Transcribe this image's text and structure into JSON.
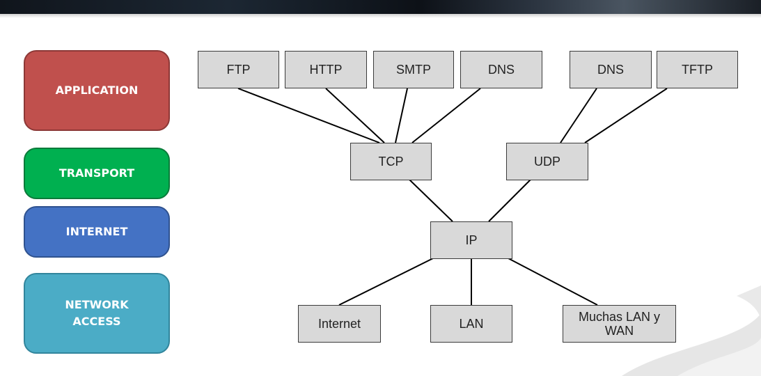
{
  "layers": {
    "application": "APPLICATION",
    "transport": "TRANSPORT",
    "internet": "INTERNET",
    "network_access": "NETWORK\nACCESS"
  },
  "diagram": {
    "application_protocols": {
      "ftp": "FTP",
      "http": "HTTP",
      "smtp": "SMTP",
      "dns_tcp": "DNS",
      "dns_udp": "DNS",
      "tftp": "TFTP"
    },
    "transport_protocols": {
      "tcp": "TCP",
      "udp": "UDP"
    },
    "internet_protocol": "IP",
    "networks": {
      "internet": "Internet",
      "lan": "LAN",
      "wan": "Muchas LAN y\nWAN"
    }
  },
  "colors": {
    "application": "#c0504d",
    "transport": "#00b050",
    "internet": "#4472c4",
    "network_access": "#4bacc6",
    "node_fill": "#d9d9d9"
  }
}
